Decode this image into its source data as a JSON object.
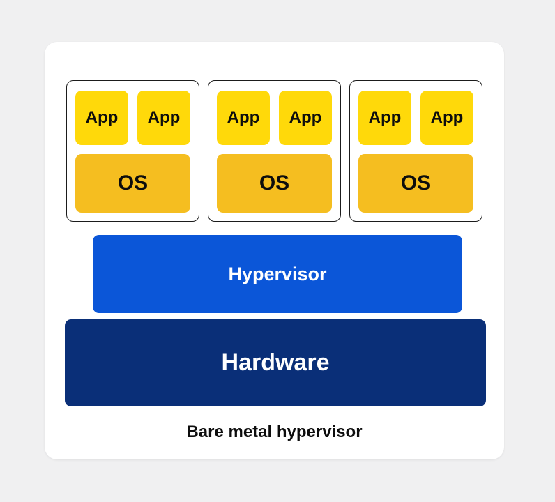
{
  "diagram": {
    "caption": "Bare metal hypervisor",
    "vms": [
      {
        "apps": [
          "App",
          "App"
        ],
        "os": "OS"
      },
      {
        "apps": [
          "App",
          "App"
        ],
        "os": "OS"
      },
      {
        "apps": [
          "App",
          "App"
        ],
        "os": "OS"
      }
    ],
    "layers": [
      {
        "id": "hypervisor",
        "label": "Hypervisor"
      },
      {
        "id": "hardware",
        "label": "Hardware"
      }
    ],
    "colors": {
      "background": "#F0F0F1",
      "card": "#FFFFFF",
      "app_fill": "#FFD90A",
      "os_fill": "#F5BE20",
      "hypervisor_fill": "#0B56D8",
      "hardware_fill": "#0A2F78",
      "vm_border": "#1B1B1B",
      "text_dark": "#0D0D0D",
      "text_light": "#FFFFFF"
    }
  }
}
